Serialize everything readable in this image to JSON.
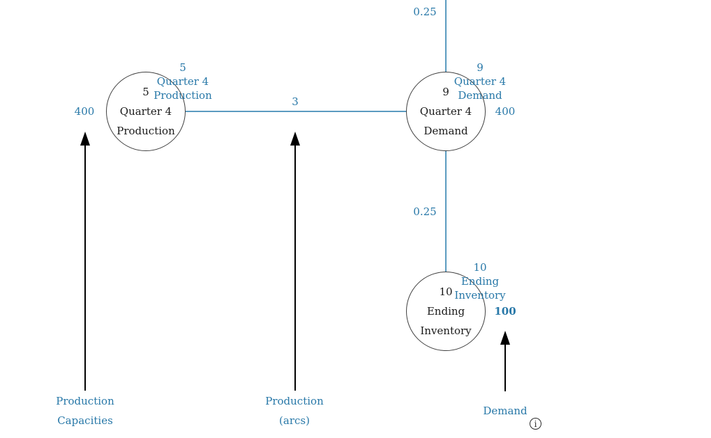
{
  "colors": {
    "accent_text": "#2878a8",
    "edge_line": "#5b9bc0",
    "node_border": "#3f3f3f",
    "arrow": "#000000",
    "text": "#1a1a1a"
  },
  "arcs": {
    "supply": {
      "label": "0.25"
    },
    "production": {
      "label": "3"
    },
    "inventory": {
      "label": "0.25"
    }
  },
  "nodes": {
    "quarter4_production": {
      "value": "5",
      "title_line1": "Quarter 4",
      "title_line2": "Production",
      "callout_value": "5",
      "callout_line1": "Quarter 4",
      "callout_line2": "Production",
      "capacity_value": "400"
    },
    "quarter4_demand": {
      "value": "9",
      "title_line1": "Quarter 4",
      "title_line2": "Demand",
      "callout_value": "9",
      "callout_line1": "Quarter 4",
      "callout_line2": "Demand",
      "capacity_value": "400"
    },
    "ending_inventory": {
      "value": "10",
      "title_line1": "Ending",
      "title_line2": "Inventory",
      "callout_value": "10",
      "callout_line1": "Ending",
      "callout_line2": "Inventory",
      "capacity_value": "100"
    }
  },
  "annotations": {
    "production_capacities": {
      "line1": "Production",
      "line2": "Capacities"
    },
    "production_arcs": {
      "line1": "Production",
      "line2": "(arcs)"
    },
    "demand": {
      "line1": "Demand"
    }
  },
  "info_icon": {
    "glyph": "i"
  }
}
